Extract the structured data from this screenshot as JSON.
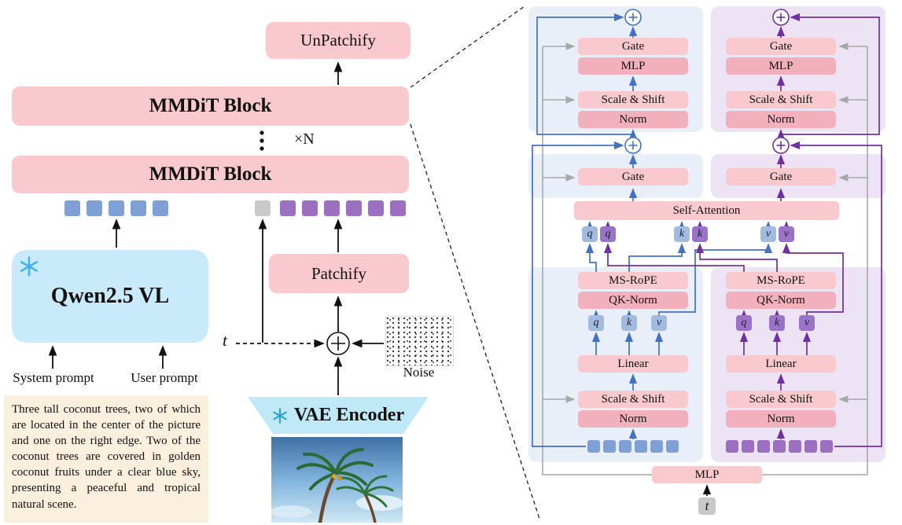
{
  "figure": {
    "unpatchify": "UnPatchify",
    "mmdit_block_top": "MMDiT Block",
    "mmdit_block_bottom": "MMDiT Block",
    "repeat": "×N",
    "stack_dots": "⋮",
    "qwen": "Qwen2.5 VL",
    "patchify": "Patchify",
    "timestep": "t",
    "noise": "Noise",
    "system_prompt": "System prompt",
    "user_prompt": "User prompt",
    "vae_encoder": "VAE Encoder",
    "prompt_text": "Three tall coconut trees, two of which are located in the center of the picture and one on the right edge. Two of the coconut trees are covered in golden coconut fruits under a clear blue sky, presenting a peaceful and tropical natural scene."
  },
  "block_detail": {
    "gate": "Gate",
    "mlp": "MLP",
    "scale_shift": "Scale & Shift",
    "norm": "Norm",
    "self_attention": "Self-Attention",
    "ms_rope": "MS-RoPE",
    "qk_norm": "QK-Norm",
    "linear": "Linear",
    "q": "q",
    "k": "k",
    "v": "v",
    "mlp_timestep": "MLP",
    "timestep": "t"
  },
  "tokens": {
    "text_tokens_main": 5,
    "timestep_token_main": 1,
    "image_tokens_main": 6,
    "text_tokens_detail": 6,
    "image_tokens_detail": 7
  },
  "icons": {
    "snowflake": "❄",
    "circle_plus": "⊕"
  },
  "colors": {
    "pink_box": "#f9c9cd",
    "pink_box_dark": "#f2b0bd",
    "panel_text_stream": "#e9eff8",
    "panel_image_stream": "#ece3f5",
    "text_token_blue": "#7f9fd7",
    "image_token_purple": "#9d6fc3",
    "timestep_gray": "#c9c9c9",
    "text_flow_blue": "#4272c4",
    "image_flow_purple": "#7030a0",
    "modulation_gray": "#a8a8a8",
    "encoder_blue": "#c8eafb",
    "prompt_beige": "#faf0dd"
  }
}
